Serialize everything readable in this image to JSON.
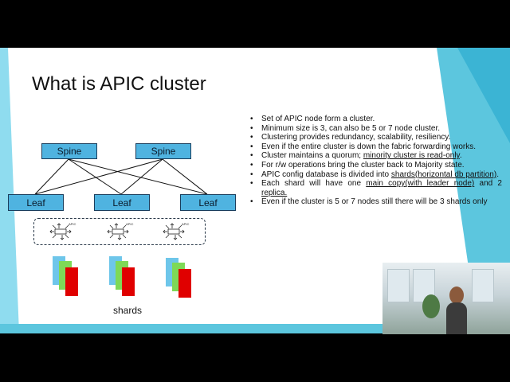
{
  "slide": {
    "title": "What is APIC cluster",
    "bullets": [
      {
        "text": "Set of APIC node form a cluster."
      },
      {
        "text": "Minimum size is 3, can also be 5 or 7 node cluster."
      },
      {
        "text": "Clustering provides redundancy, scalability, resiliency."
      },
      {
        "text": "Even if the entire cluster is down the fabric forwarding works."
      },
      {
        "pre": "Cluster maintains a quorum; ",
        "u": "minority cluster is read-only",
        "post": "."
      },
      {
        "text": "For r/w operations bring the cluster back to Majority state."
      },
      {
        "pre": "APIC config database is divided into ",
        "u": "shards(horizontal db partition)",
        "post": "."
      },
      {
        "pre": "Each shard will have one ",
        "u": "main copy(with leader node)",
        "post": " and 2 ",
        "u2": "replica."
      },
      {
        "text": "Even if the cluster is 5 or 7 nodes still there will be 3 shards only"
      }
    ]
  },
  "diagram": {
    "spine_label": "Spine",
    "leaf_label": "Leaf",
    "apic_label": "APIC",
    "shards_label": "shards"
  },
  "colors": {
    "node_fill": "#4fb3e0",
    "shard_blue": "#6ec6ea",
    "shard_green": "#7ed957",
    "shard_red": "#e00000",
    "accent_teal": "#5cc6de"
  }
}
